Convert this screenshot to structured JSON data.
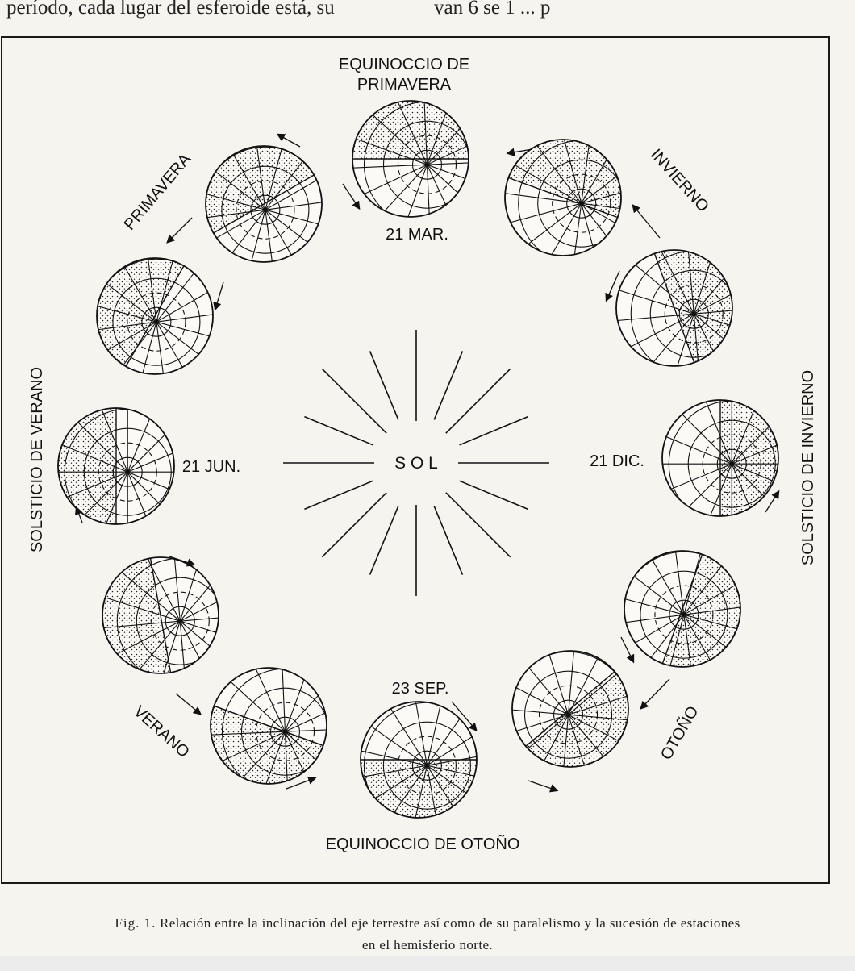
{
  "header_text": {
    "left": "período, cada lugar del esferoide está, su",
    "right": "van 6 se 1 ... p"
  },
  "labels": {
    "equinoccio_primavera_1": "EQUINOCCIO DE",
    "equinoccio_primavera_2": "PRIMAVERA",
    "date_mar": "21 MAR.",
    "invierno": "INVIERNO",
    "primavera": "PRIMAVERA",
    "solsticio_verano": "SOLSTICIO DE VERANO",
    "date_jun": "21 JUN.",
    "solsticio_invierno": "SOLSTICIO DE INVIERNO",
    "date_dic": "21 DIC.",
    "sol": "S O L",
    "verano": "VERANO",
    "otono": "OTOÑO",
    "date_sep": "23 SEP.",
    "equinoccio_otono": "EQUINOCCIO DE OTOÑO"
  },
  "caption": {
    "fig": "Fig. 1.",
    "line1": "Relación entre la inclinación del eje terrestre así como de su paralelismo y la sucesión de estaciones",
    "line2": "en el hemisferio norte."
  },
  "colors": {
    "ink": "#111111",
    "paper": "#f6f4ef"
  }
}
